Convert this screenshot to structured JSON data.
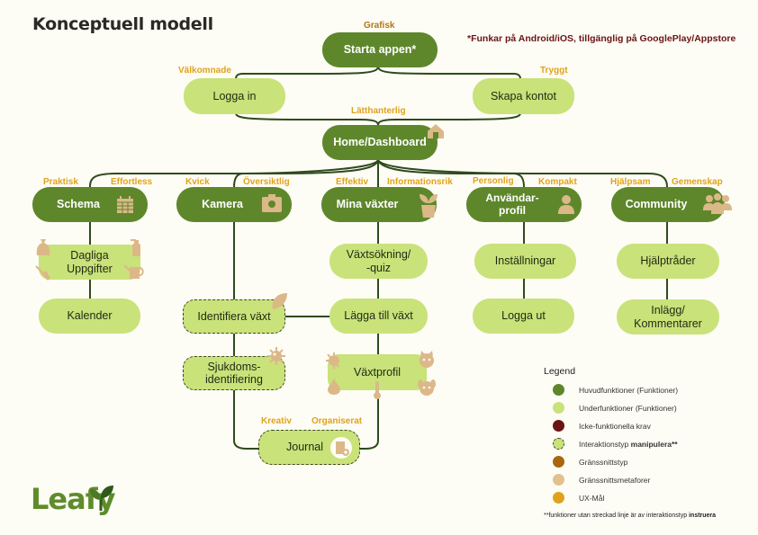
{
  "title": "Konceptuell modell",
  "note": "*Funkar på Android/iOS, tillgänglig på GooglePlay/Appstore",
  "logo": "Leafy",
  "nodes": {
    "starta": "Starta appen*",
    "logga_in": "Logga in",
    "skapa_kontot": "Skapa kontot",
    "home": "Home/Dashboard",
    "schema": "Schema",
    "kamera": "Kamera",
    "mina_vaxter": "Mina växter",
    "anvandarprofil_1": "Användar-",
    "anvandarprofil_2": "profil",
    "community": "Community",
    "dagliga_1": "Dagliga",
    "dagliga_2": "Uppgifter",
    "kalender": "Kalender",
    "identifiera": "Identifiera växt",
    "sjukdom_1": "Sjukdoms-",
    "sjukdom_2": "identifiering",
    "journal": "Journal",
    "vaxtsokning_1": "Växtsökning/",
    "vaxtsokning_2": "-quiz",
    "lagga_till": "Lägga till växt",
    "vaxtprofil": "Växtprofil",
    "installningar": "Inställningar",
    "logga_ut": "Logga ut",
    "hjalptrader": "Hjälptråder",
    "inlagg_1": "Inlägg/",
    "inlagg_2": "Kommentarer"
  },
  "ux_labels": {
    "grafisk": "Grafisk",
    "valkomnande": "Välkomnade",
    "tryggt": "Tryggt",
    "latthanterlig": "Lätthanterlig",
    "praktisk": "Praktisk",
    "effortless": "Effortless",
    "kvick": "Kvick",
    "oversiktlig": "Översiktlig",
    "effektiv": "Effektiv",
    "informationsrik": "Informationsrik",
    "personlig": "Personlig",
    "kompakt": "Kompakt",
    "hjalpsam": "Hjälpsam",
    "gemenskap": "Gemenskap",
    "kreativ": "Kreativ",
    "organiserat": "Organiserat"
  },
  "legend": {
    "title": "Legend",
    "items": [
      {
        "label": "Huvudfunktioner (Funktioner)",
        "color": "#5e872b"
      },
      {
        "label": "Underfunktioner (Funktioner)",
        "color": "#c9e27a"
      },
      {
        "label": "Icke-funktionella krav",
        "color": "#6b1414"
      },
      {
        "label": "Interaktionstyp ",
        "bold": "manipulera**",
        "color": "#c9e27a",
        "dashed": true
      },
      {
        "label": "Gränssnittstyp",
        "color": "#a8670f"
      },
      {
        "label": "Gränssnittsmetaforer",
        "color": "#e3c08f"
      },
      {
        "label": "UX-Mål",
        "color": "#e0a21c"
      }
    ],
    "footnote": "**funktioner utan streckad linje är av interaktionstyp ",
    "footnote_bold": "instruera"
  },
  "colors": {
    "main": "#5e872b",
    "sub": "#c9e27a",
    "line": "#2f4a1c",
    "ux": "#e0a21c",
    "metaphor": "#dcb889"
  }
}
